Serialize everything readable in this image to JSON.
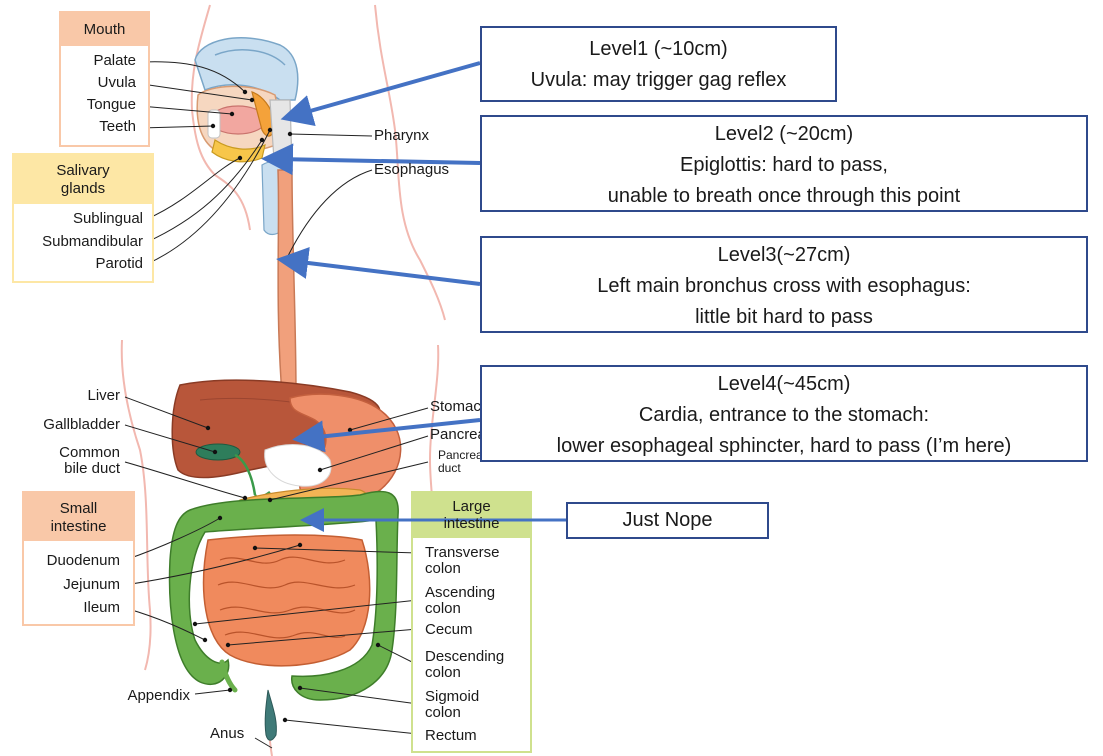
{
  "groups": {
    "mouth": {
      "title": "Mouth",
      "items": [
        "Palate",
        "Uvula",
        "Tongue",
        "Teeth"
      ]
    },
    "salivary": {
      "title_lines": [
        "Salivary",
        "glands"
      ],
      "items": [
        "Sublingual",
        "Submandibular",
        "Parotid"
      ]
    },
    "small_intestine": {
      "title_lines": [
        "Small",
        "intestine"
      ],
      "items": [
        "Duodenum",
        "Jejunum",
        "Ileum"
      ]
    },
    "large_intestine": {
      "title_lines": [
        "Large",
        "intestine"
      ],
      "items": [
        [
          "Transverse",
          "colon"
        ],
        [
          "Ascending",
          "colon"
        ],
        [
          "Cecum"
        ],
        [
          "Descending",
          "colon"
        ],
        [
          "Sigmoid",
          "colon"
        ],
        [
          "Rectum"
        ]
      ]
    }
  },
  "labels": {
    "pharynx": "Pharynx",
    "esophagus": "Esophagus",
    "liver": "Liver",
    "gallbladder": "Gallbladder",
    "common_bile_duct": [
      "Common",
      "bile duct"
    ],
    "stomach": "Stomach",
    "pancreas": "Pancreas",
    "pancreatic_duct": [
      "Pancreatic",
      "duct"
    ],
    "appendix": "Appendix",
    "anus": "Anus"
  },
  "callouts": [
    {
      "lines": [
        "Level1 (~10cm)",
        "Uvula: may trigger gag reflex"
      ]
    },
    {
      "lines": [
        "Level2 (~20cm)",
        "Epiglottis: hard to pass,",
        "unable to breath once  through this point"
      ]
    },
    {
      "lines": [
        "Level3(~27cm)",
        "Left main bronchus cross with esophagus:",
        "little bit hard to pass"
      ]
    },
    {
      "lines": [
        "Level4(~45cm)",
        "Cardia, entrance to the stomach:",
        "lower esophageal sphincter, hard to pass (I’m here)"
      ]
    },
    {
      "lines": [
        "Just Nope"
      ]
    }
  ],
  "colors": {
    "arrow": "#4472c4",
    "callout_border": "#2f4a8c",
    "mouth_box": "#f9c8a8",
    "salivary_box": "#fde7a5",
    "small_intestine_box": "#f9c8a8",
    "large_intestine_box": "#cfe18e",
    "liver": "#b8563a",
    "stomach": "#ef8f6a",
    "small_intestine": "#f08a5d",
    "large_intestine": "#6ab04c",
    "esophagus": "#f1a07c",
    "body_outline": "#f2b8b0"
  }
}
